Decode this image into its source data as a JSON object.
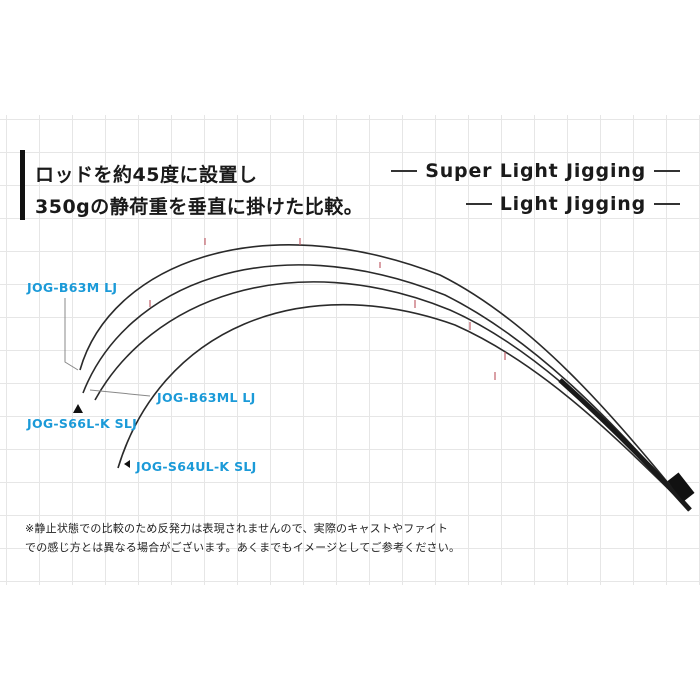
{
  "title": {
    "line1": "ロッドを約45度に設置し",
    "line2": "350gの静荷重を垂直に掛けた比較。"
  },
  "legend": {
    "super_light_jigging": "Super Light Jigging",
    "light_jigging": "Light Jigging"
  },
  "rods": [
    {
      "label": "JOG-B63M LJ"
    },
    {
      "label": "JOG-B63ML LJ"
    },
    {
      "label": "JOG-S66L-K SLJ"
    },
    {
      "label": "JOG-S64UL-K SLJ"
    }
  ],
  "note": {
    "line1": "※静止状態での比較のため反発力は表現されませんので、実際のキャストやファイト",
    "line2": "での感じ方とは異なる場合がございます。あくまでもイメージとしてご参考ください。"
  }
}
